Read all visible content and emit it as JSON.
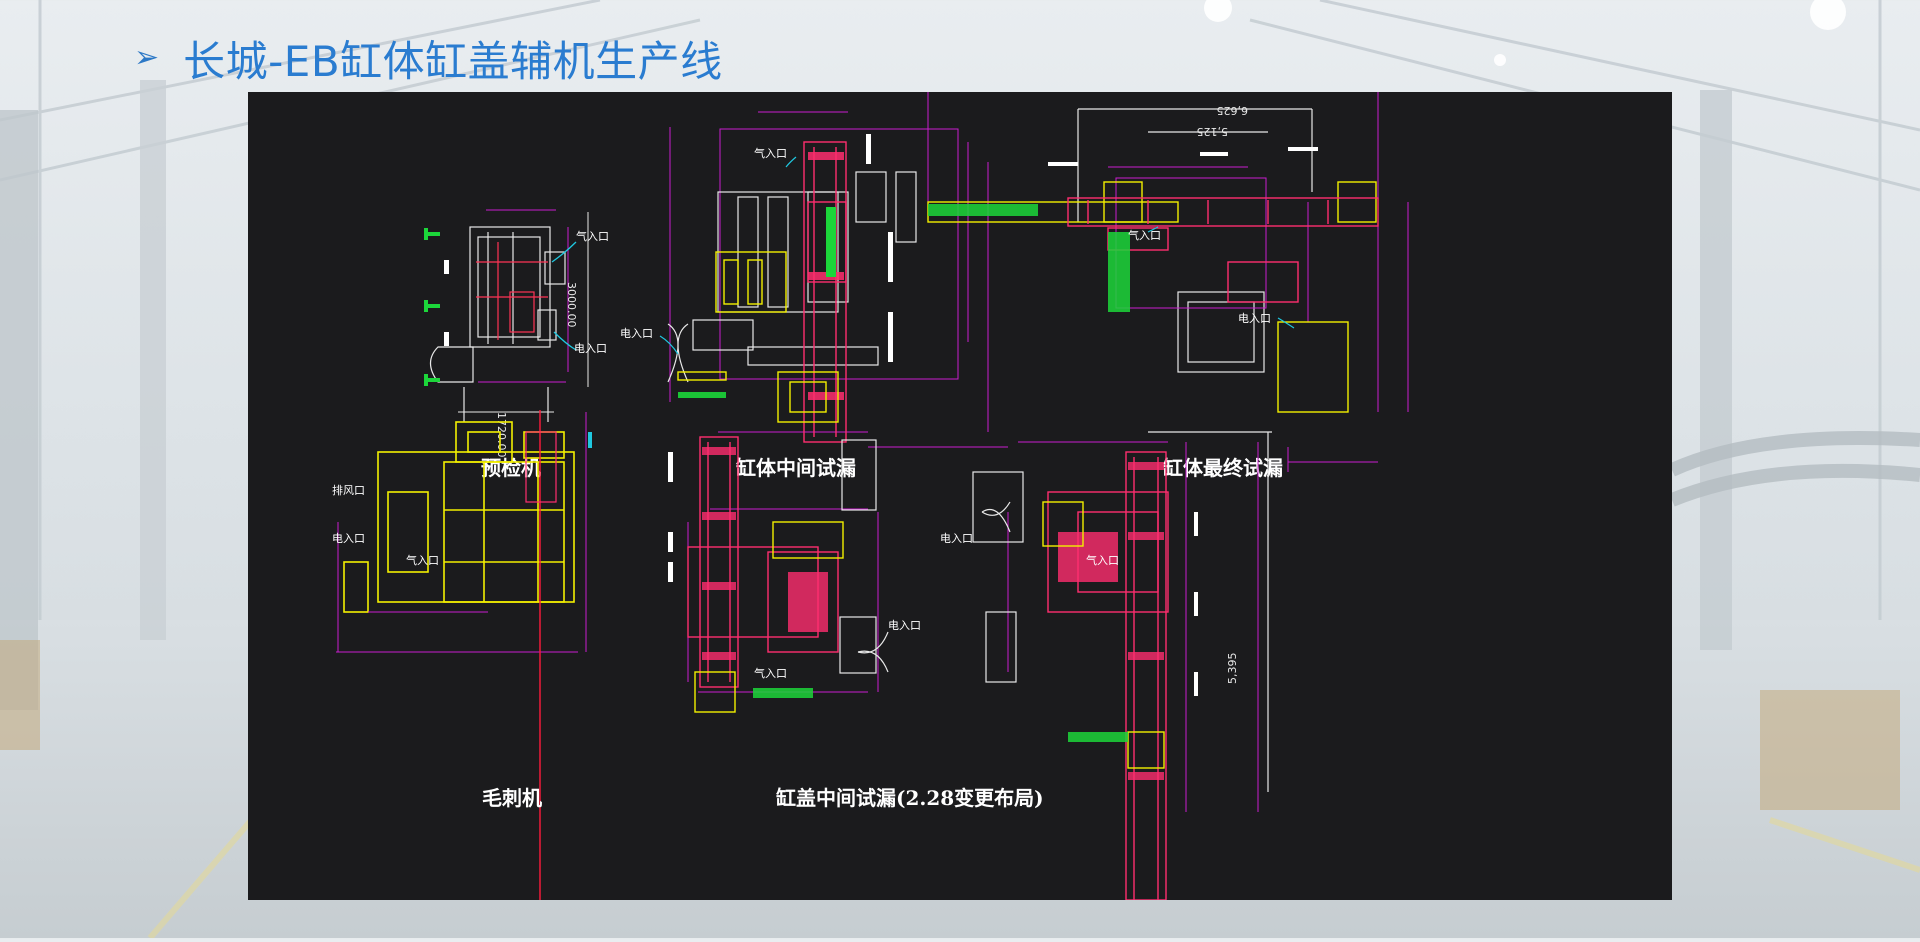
{
  "slide": {
    "bullet": "➢",
    "title": "长城-EB缸体缸盖辅机生产线"
  },
  "drawing": {
    "machines": {
      "precheck": "预检机",
      "block_mid_leak": "缸体中间试漏",
      "block_final_leak": "缸体最终试漏",
      "deburr": "毛刺机",
      "head_mid_leak": "缸盖中间试漏(2.28变更布局)"
    },
    "ports": {
      "air_inlet": "气入口",
      "power_inlet": "电入口",
      "exhaust_port": "排风口"
    },
    "dimensions": {
      "precheck_height": "3000.00",
      "precheck_width": "1720.00",
      "final_overall": "6,625",
      "final_inner": "5,125",
      "head_final_height": "5,395"
    }
  }
}
